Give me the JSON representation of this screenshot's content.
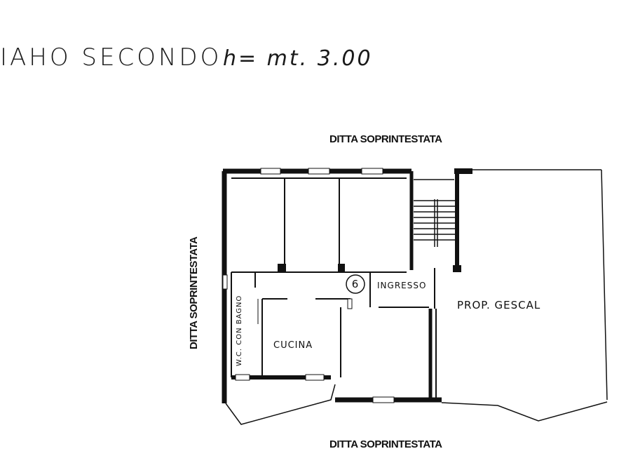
{
  "floor_title": "IAHO SECONDO",
  "ceiling_height": "h= mt. 3.00",
  "neighbors": {
    "top": "DITTA SOPRINTESTATA",
    "left": "DITTA SOPRINTESTATA",
    "bottom": "DITTA SOPRINTESTATA"
  },
  "unit_number": "6",
  "rooms": {
    "entrance": "INGRESSO",
    "kitchen": "CUCINA",
    "bathroom": "W.C. CON BAGNO",
    "adjacent_property": "PROP. GESCAL"
  }
}
